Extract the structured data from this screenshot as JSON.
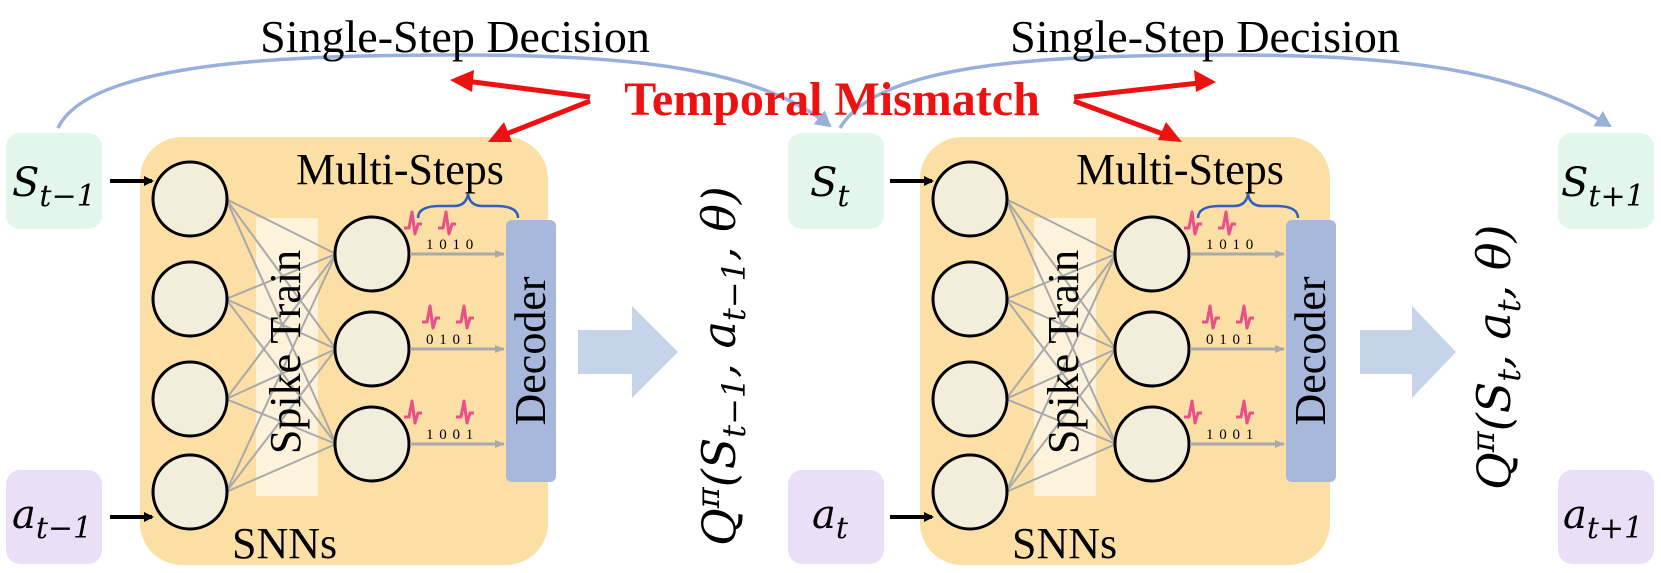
{
  "top_labels": {
    "left": "Single-Step Decision",
    "right": "Single-Step Decision"
  },
  "mismatch_label": "Temporal Mismatch",
  "blocks": [
    {
      "state": {
        "base": "S",
        "sub": "t−1"
      },
      "action": {
        "base": "a",
        "sub": "t−1"
      },
      "multi_steps_label": "Multi-Steps",
      "spike_train_label": "Spike Train",
      "decoder_label": "Decoder",
      "snns_label": "SNNs",
      "spike_codes": [
        "1 0 1 0",
        "0 1 0 1",
        "1 0 0 1"
      ],
      "q_value": {
        "Q": "Q",
        "pi": "π",
        "args": "(S",
        "sub1": "t−1",
        "mid": ", a",
        "sub2": "t−1",
        "end": ", θ)"
      }
    },
    {
      "state": {
        "base": "S",
        "sub": "t"
      },
      "action": {
        "base": "a",
        "sub": "t"
      },
      "multi_steps_label": "Multi-Steps",
      "spike_train_label": "Spike Train",
      "decoder_label": "Decoder",
      "snns_label": "SNNs",
      "spike_codes": [
        "1 0 1 0",
        "0 1 0 1",
        "1 0 0 1"
      ],
      "q_value": {
        "Q": "Q",
        "pi": "π",
        "args": "(S",
        "sub1": "t",
        "mid": ", a",
        "sub2": "t",
        "end": ", θ)"
      }
    }
  ],
  "next_state": {
    "base": "S",
    "sub": "t+1"
  },
  "next_action": {
    "base": "a",
    "sub": "t+1"
  },
  "colors": {
    "state_box": "#e3f6ec",
    "action_box": "#ebdff8",
    "snn_bg": "#fbdfa5",
    "neuron_fill": "#f3eedc",
    "decoder_fill": "#a8b8dc",
    "spike_train_band": "#fdf3dc",
    "single_step_arc": "#98b0dc",
    "mismatch_red": "#ee1111",
    "spike_pink": "#e8508a",
    "block_arrow": "#c6d4ea",
    "connection": "#a9a9a9"
  }
}
